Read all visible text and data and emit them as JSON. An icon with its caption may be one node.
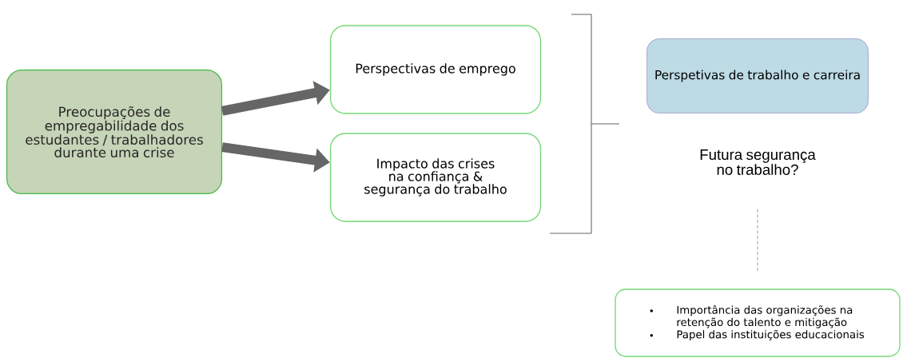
{
  "diagram": {
    "nodes": [
      {
        "text": [
          "Preocupações de empregabilidade dos estudantes / trabalhadores durante uma crise"
        ]
      },
      {
        "text": [
          "Perspectivas de emprego"
        ]
      },
      {
        "text": [
          "Impacto das crises na confiança & segurança do trabalho"
        ]
      },
      {
        "text": [
          "Perspetivas de trabalho e carreira"
        ]
      },
      {
        "text": [
          "Futura segurança no trabalho?"
        ]
      },
      {
        "text": [
          "Importância das organizações na retenção do talento e mitigação",
          "Papel das instituições educacionais"
        ]
      }
    ],
    "edges": [
      {
        "from": 0,
        "to": 1,
        "arrow": "to"
      },
      {
        "from": 0,
        "to": 2,
        "arrow": "to"
      },
      {
        "from": 4,
        "to": 5,
        "arrow": "none",
        "style": "dashed"
      }
    ]
  }
}
